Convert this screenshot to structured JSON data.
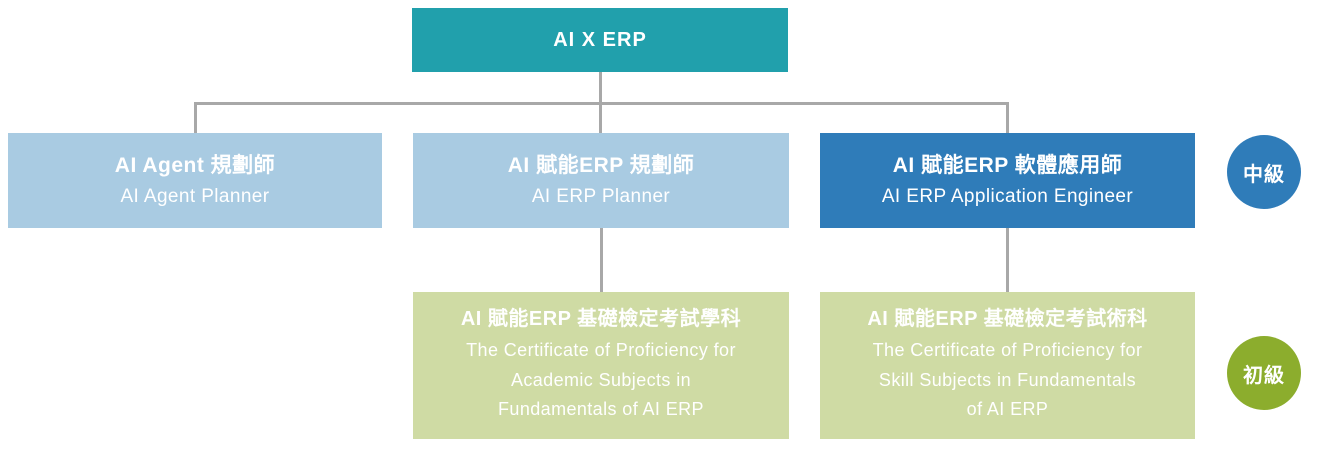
{
  "diagram": {
    "root": {
      "title": "AI X ERP"
    },
    "level2": [
      {
        "title": "AI Agent 規劃師",
        "subtitle": "AI Agent Planner"
      },
      {
        "title": "AI 賦能ERP 規劃師",
        "subtitle": "AI ERP Planner"
      },
      {
        "title": "AI 賦能ERP 軟體應用師",
        "subtitle": "AI ERP Application Engineer"
      }
    ],
    "level3": [
      {
        "title": "AI 賦能ERP 基礎檢定考試學科",
        "subtitle_lines": [
          "The Certificate of Proficiency for",
          "Academic Subjects in",
          "Fundamentals of AI ERP"
        ]
      },
      {
        "title": "AI 賦能ERP 基礎檢定考試術科",
        "subtitle_lines": [
          "The Certificate of Proficiency for",
          "Skill Subjects in Fundamentals",
          "of AI ERP"
        ]
      }
    ],
    "badges": [
      {
        "label": "中級"
      },
      {
        "label": "初級"
      }
    ],
    "colors": {
      "root_teal": "#21A0AC",
      "level2_light_blue": "#A9CBE2",
      "level2_dark_blue": "#2F7CB9",
      "level3_light_green": "#CFDBA4",
      "badge_mid_blue": "#2F7CB9",
      "badge_elem_olive": "#8CAD2D",
      "connector_gray": "#A8A8A8",
      "text_white": "#FFFFFF"
    }
  }
}
